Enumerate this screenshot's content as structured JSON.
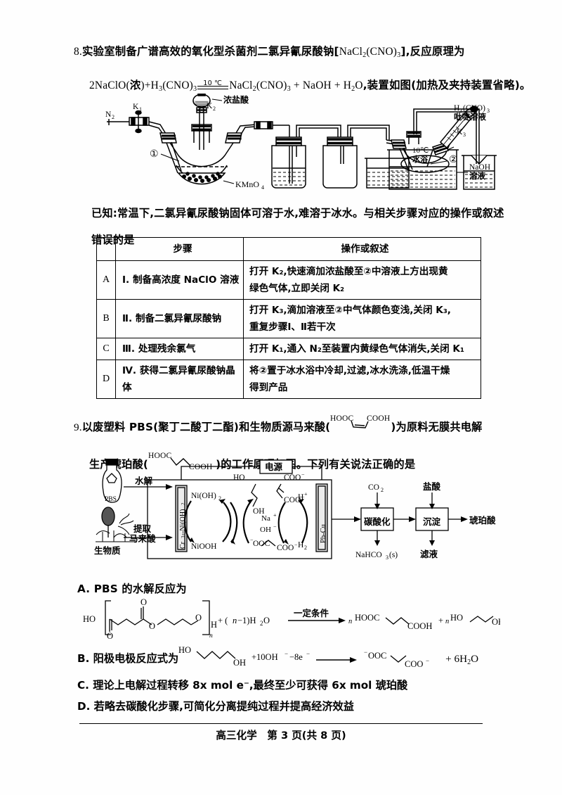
{
  "document": {
    "footer": "高三化学　第 3 页(共 8 页)"
  },
  "q8": {
    "number": "8.",
    "stem_line1_a": "实验室制备广谱高效的氧化型杀菌剂二氯异氰尿酸钠[",
    "stem_line1_formula": "NaCl₂(CNO)₃",
    "stem_line1_b": "],反应原理为",
    "equation_left": "2NaClO(浓)+H₃(CNO)₃",
    "equation_condition": "10 ℃",
    "equation_right": "NaCl₂(CNO)₃ + NaOH + H₂O",
    "equation_tail": ",装置如图(加热及夹持装置省略)。",
    "known_line1": "已知:常温下,二氯异氰尿酸钠固体可溶于水,难溶于冰水。与相关步骤对应的操作或叙述",
    "known_line2": "错误的是",
    "figure_labels": {
      "n2": "N₂",
      "k1": "K₁",
      "k2": "K₂",
      "k3": "K₃",
      "conc_hcl": "浓盐酸",
      "flask_mark": "①",
      "kmno4": "KMnO₄",
      "bath": "10 ℃\n水浴",
      "pyridine_line1": "H₃(CNO)₃",
      "pyridine_line2": "吡啶溶液",
      "flask2_mark": "②",
      "naoh_line1": "NaOH",
      "naoh_line2": "溶液"
    },
    "table": {
      "headers": [
        "",
        "步骤",
        "操作或叙述"
      ],
      "rows": [
        {
          "option": "A",
          "step": "Ⅰ. 制备高浓度 NaClO 溶液",
          "desc": [
            "打开 K₂,快速滴加浓盐酸至②中溶液上方出现黄",
            "绿色气体,立即关闭 K₂"
          ]
        },
        {
          "option": "B",
          "step": "Ⅱ. 制备二氯异氰尿酸钠",
          "desc": [
            "打开 K₃,滴加溶液至②中气体颜色变浅,关闭 K₃,",
            "重复步骤Ⅰ、Ⅱ若干次"
          ]
        },
        {
          "option": "C",
          "step": "Ⅲ. 处理残余氯气",
          "desc": [
            "打开 K₁,通入 N₂至装置内黄绿色气体消失,关闭 K₁"
          ]
        },
        {
          "option": "D",
          "step": "Ⅳ. 获得二氯异氰尿酸钠晶体",
          "desc": [
            "将②置于冰水浴中冷却,过滤,冰水洗涤,低温干燥",
            "得到产品"
          ]
        }
      ]
    }
  },
  "q9": {
    "number": "9.",
    "stem_line1_a": "以废塑料 PBS(聚丁二酸丁二酯)和生物质源马来酸(",
    "stem_line1_b": ")为原料无膜共电解",
    "stem_line2_a": "生产琥珀酸(",
    "stem_line2_b": ")的工作原理如图。下列有关说法正确的是",
    "maleic_labels": [
      "HOOC",
      "COOH"
    ],
    "succinic_labels": [
      "HOOC",
      "COOH"
    ],
    "figure_labels": {
      "power": "电源",
      "pbs_bottle": "PBS",
      "hydrolysis": "水解",
      "biomass": "生物质",
      "extract_line1": "提取",
      "extract_line2": "马来酸",
      "cathode_electrode": "Pb-Cu",
      "anode_electrode": "Cr³⁺-Ni(OH)₂",
      "ni_oh_2": "Ni(OH)₂",
      "niooh": "NiOOH",
      "ho": "HO",
      "oh": "OH",
      "na_ion": "Na⁺",
      "oh_ion": "OH⁻",
      "coo_1": "COO⁻",
      "coo_2": "COO⁻",
      "coo_3": "COO⁻",
      "coo_4": "COO⁻",
      "h_plus": "H⁺",
      "h2": "H₂",
      "co2": "CO₂",
      "hcl": "盐酸",
      "carbonation": "碳酸化",
      "precipitation": "沉淀",
      "succinic_acid": "琥珀酸",
      "nahco3": "NaHCO₃(s)",
      "filtrate": "滤液"
    },
    "options": {
      "A": "A. PBS 的水解反应为",
      "A_formula": {
        "left_ho": "HO",
        "left_h": "H",
        "left_n": "n",
        "plus_water": "+ (n−1)H₂O",
        "condition": "一定条件",
        "n_prefix": "n",
        "prod1_left": "HOOC",
        "prod1_right": "COOH",
        "plus_n": "+ n",
        "prod2_left": "HO",
        "prod2_right": "OH"
      },
      "B_prefix": "B. 阳极电极反应式为",
      "B_formula": {
        "ho": "HO",
        "oh": "OH",
        "mid": "+10OH⁻ −8e⁻",
        "prod_left": "⁻OOC",
        "prod_right": "COO⁻",
        "tail": "+ 6H₂O"
      },
      "C": "C. 理论上电解过程转移 8x mol e⁻,最终至少可获得 6x mol 琥珀酸",
      "D": "D. 若略去碳酸化步骤,可简化分离提纯过程并提高经济效益"
    }
  }
}
